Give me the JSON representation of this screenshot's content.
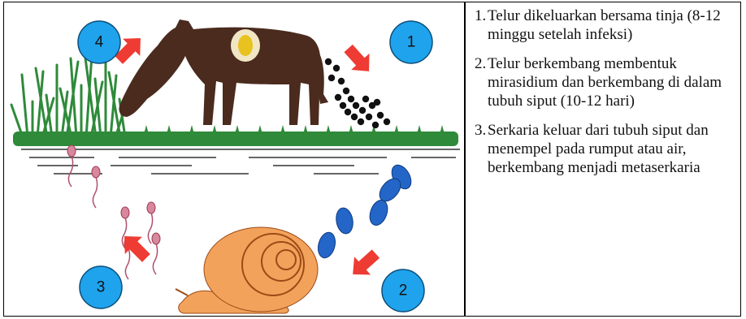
{
  "colors": {
    "badge_fill": "#1fa3ec",
    "arrow": "#ee3b33",
    "cow": "#4a2b1e",
    "grass": "#2f8a3a",
    "snail": "#f2a25a",
    "snail_outline": "#9c4a18",
    "egg": "#111111",
    "miracidium": "#2466c7",
    "cercaria": "#d8879c"
  },
  "badges": [
    {
      "label": "1"
    },
    {
      "label": "2"
    },
    {
      "label": "3"
    },
    {
      "label": "4"
    }
  ],
  "steps": [
    {
      "number": "1.",
      "text": "Telur dikeluarkan bersama tinja (8-12 minggu setelah infeksi)"
    },
    {
      "number": "2.",
      "text": "Telur berkembang membentuk mirasidium dan berkembang di dalam tubuh siput (10-12 hari)"
    },
    {
      "number": "3.",
      "text": "Serkaria keluar dari tubuh siput dan menempel pada rumput  atau air, berkembang menjadi metaserkaria"
    }
  ]
}
